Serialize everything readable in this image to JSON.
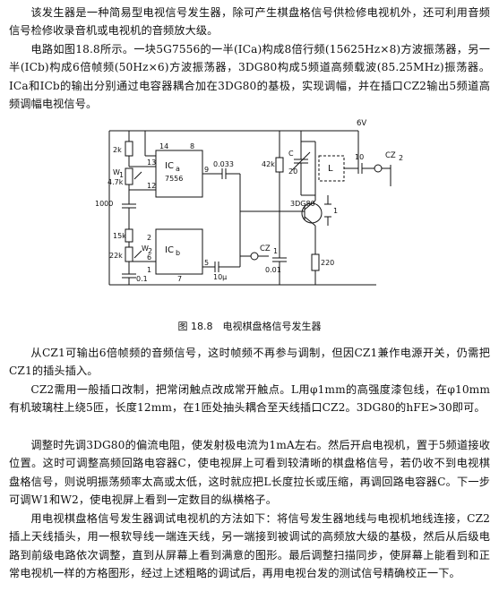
{
  "paragraphs": {
    "p1": "该发生器是一种简易型电视信号发生器，除可产生棋盘格信号供检修电视机外，还可利用音频信号检修收录音机或电视机的音频放大级。",
    "p2": "电路如图18.8所示。一块5G7556的一半(ICa)构成8倍行频(15625Hz×8)方波振荡器，另一半(ICb)构成6倍帧频(50Hz×6)方波振荡器，3DG80构成5频道高频载波(85.25MHz)振荡器。ICa和ICb的输出分别通过电容器耦合加在3DG80的基极，实现调幅，并在插口CZ2输出5频道高频调幅电视信号。",
    "p3": "从CZ1可输出6倍帧频的音频信号，这时帧频不再参与调制，但因CZ1兼作电源开关，仍需把CZ1的插头插入。",
    "p4": "CZ2需用一般插口改制，把常闭触点改成常开触点。L用φ1mm的高强度漆包线，在φ10mm有机玻璃柱上绕5匝，长度12mm，在1匝处抽头耦合至天线插口CZ2。3DG80的hFE>30即可。",
    "p5": "调整时先调3DG80的偏流电阻，使发射极电流为1mA左右。然后开启电视机，置于5频道接收位置。这时可调整高频回路电容器C，使电视屏上可看到较清晰的棋盘格信号，若仍收不到电视棋盘格信号，则说明振荡频率太高或太低，这时就应把L长度拉长或压缩，再调回路电容器C。下一步可调W1和W2，使电视屏上看到一定数目的纵横格子。",
    "p6": "用电视棋盘格信号发生器调试电视机的方法如下：将信号发生器地线与电视机地线连接，CZ2插上天线插头，用一根软导线一端连天线，另一端接到被调试的高频放大级的基极，然后从后级电路到前级电路依次调整，直到从屏幕上看到满意的图形。最后调整扫描同步，使屏幕上能看到和正常电视机一样的方格图形，经过上述粗略的调试后，再用电视台发的测试信号精确校正一下。"
  },
  "figure": {
    "caption": "图 18.8　电视棋盘格信号发生器",
    "labels": {
      "supply": "6V",
      "r2k": "2k",
      "w1": "W",
      "w1sub": "1",
      "r47k": "4.7k",
      "ica": "IC",
      "ica_sub": "a",
      "ica_part": "7556",
      "r1000": "1000",
      "c0033": "0.033",
      "r15k": "15k",
      "icb": "IC",
      "icb_sub": "b",
      "w2": "W",
      "w2sub": "2",
      "r22k": "22k",
      "c01": "0.1",
      "c10u": "10μ",
      "cz1": "CZ",
      "cz1_sub": "1",
      "r42k": "42k",
      "c_var": "C",
      "c20": "20",
      "l": "L",
      "c10": "10",
      "cz2": "CZ",
      "cz2_sub": "2",
      "q": "3DG80",
      "c1": "1",
      "c001": "0.01",
      "r220": "220",
      "pin14": "14",
      "pin8": "8",
      "pin13": "13",
      "pin12": "12",
      "pin9": "9",
      "pin2": "2",
      "pin6": "6",
      "pin1": "1",
      "pin5": "5",
      "pin7": "7"
    }
  }
}
